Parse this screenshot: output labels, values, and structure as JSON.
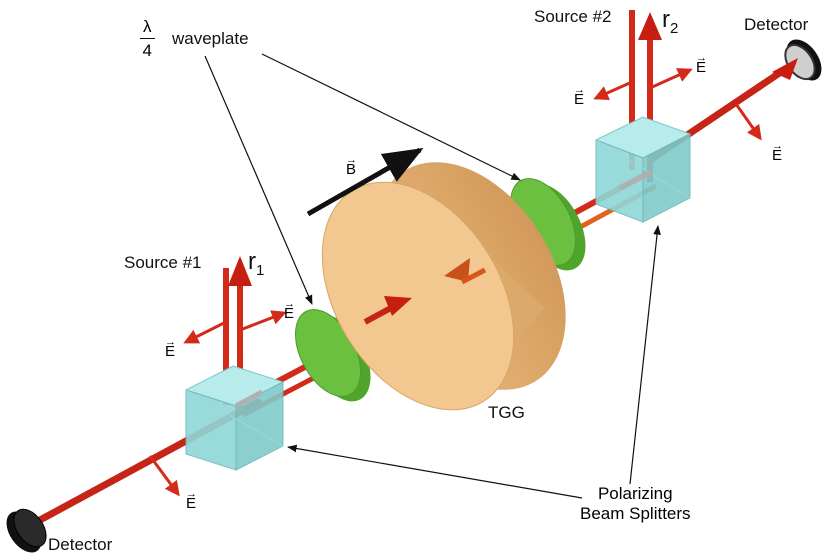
{
  "labels": {
    "waveplate_num": "λ",
    "waveplate_den": "4",
    "waveplate": "waveplate",
    "source1": "Source #1",
    "source2": "Source #2",
    "r": "r",
    "r1_sub": "1",
    "r2_sub": "2",
    "detector": "Detector",
    "tgg": "TGG",
    "b_field": "B",
    "e_field": "E",
    "pbs_line1": "Polarizing",
    "pbs_line2": "Beam Splitters",
    "vec_arrow": "→"
  },
  "colors": {
    "beam": "#d42a1a",
    "tgg_face": "#f1c58a",
    "tgg_side": "#d9a566",
    "waveplate": "#6cc03f",
    "cube": "#8fd8d8",
    "detector": "#1a1a1a",
    "arrow": "#111111"
  }
}
